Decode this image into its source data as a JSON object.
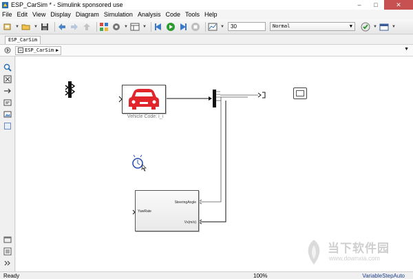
{
  "window": {
    "title": "ESP_CarSim * - Simulink sponsored use",
    "minimize_glyph": "–",
    "maximize_glyph": "□",
    "close_glyph": "✕"
  },
  "menu": [
    "File",
    "Edit",
    "View",
    "Display",
    "Diagram",
    "Simulation",
    "Analysis",
    "Code",
    "Tools",
    "Help"
  ],
  "toolbar": {
    "stop_time": "30",
    "sim_mode": "Normal",
    "icons": [
      "new-model-icon",
      "open-icon",
      "save-icon",
      "back-icon",
      "forward-icon",
      "up-icon",
      "library-browser-icon",
      "model-config-icon",
      "model-explorer-icon",
      "step-back-icon",
      "run-icon",
      "step-forward-icon",
      "stop-icon",
      "record-icon",
      "model-advisor-icon",
      "build-icon"
    ]
  },
  "tab": {
    "label": "ESP_CarSim"
  },
  "breadcrumb": {
    "label": "ESP_CarSim",
    "chevron": "▶"
  },
  "canvas": {
    "vehicle_block": {
      "label": "Vehicle Code: i_i"
    },
    "yaw_block": {
      "in_port": "YawRate",
      "out_port_1": "SteeringAngle",
      "out_port_2": "Vx(m/s)"
    }
  },
  "status": {
    "ready": "Ready",
    "zoom": "100%",
    "solver": "VariableStepAuto"
  },
  "watermark": {
    "text": "当下软件园",
    "url": "www.downxia.com"
  },
  "colors": {
    "car_red": "#e0252b",
    "run_green": "#2f9a2f",
    "close_red": "#c75050"
  }
}
